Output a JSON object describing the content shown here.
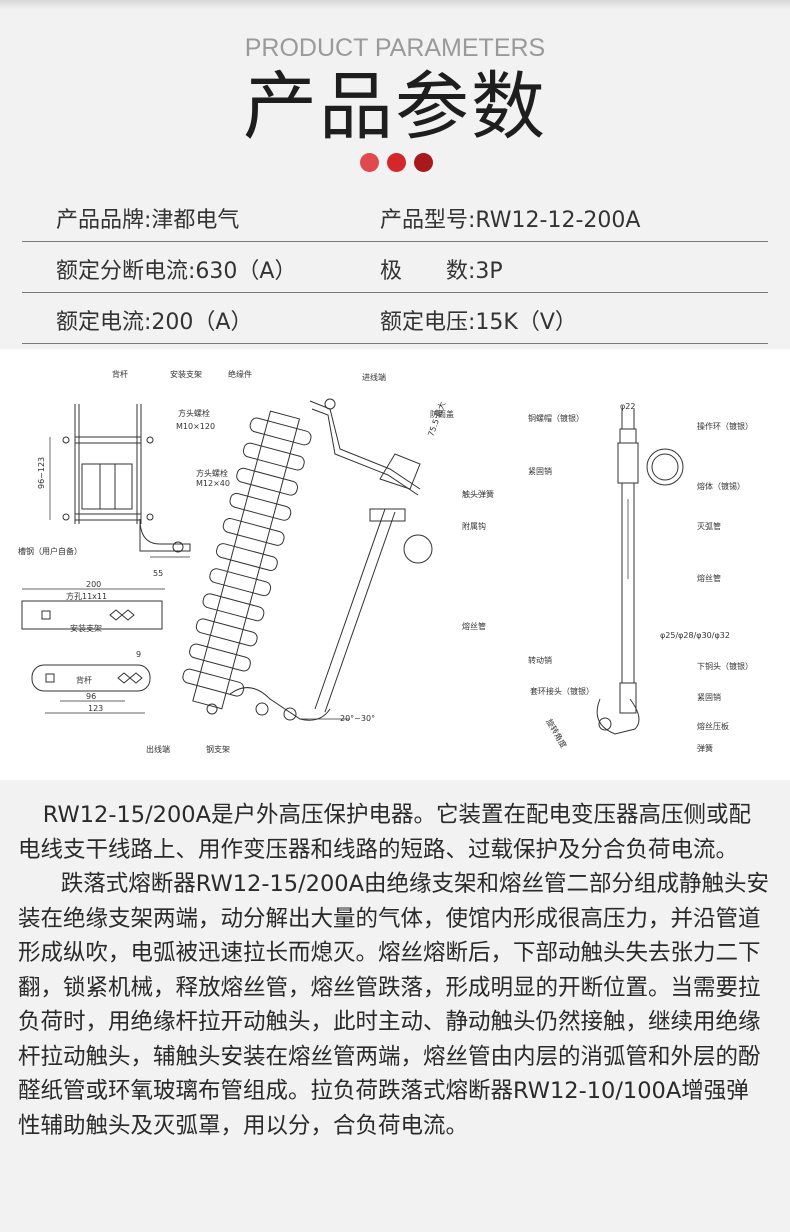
{
  "header": {
    "subtitle": "PRODUCT PARAMETERS",
    "title": "产品参数",
    "dot_colors": [
      "#e0494d",
      "#d4262b",
      "#a8191d"
    ]
  },
  "params": [
    {
      "left": "产品品牌:津都电气",
      "right": "产品型号:RW12-12-200A"
    },
    {
      "left": "额定分断电流:630（A）",
      "right": "极　　数:3P"
    },
    {
      "left": "额定电流:200（A）",
      "right": "额定电压:15K（V）"
    }
  ],
  "diagram": {
    "labels": {
      "rod": "背杆",
      "bracket": "安装支架",
      "insulator": "绝缘件",
      "inlet": "进线端",
      "bolt1": "方头螺栓",
      "bolt1_size": "M10×120",
      "bolt2": "方头螺栓",
      "bolt2_size": "M12×40",
      "rain_cover": "防雨盖",
      "contact_spring": "触头弹簧",
      "hook": "附属钩",
      "fuse_tube_left": "熔丝管",
      "channel": "槽钢（用户自备）",
      "outlet": "出线端",
      "bracket_bottom": "钢支架",
      "dim_96_123": "96~123",
      "dim_55": "55",
      "dim_200": "200",
      "dim_hole": "方孔11x11",
      "mount_bracket2": "安装支架",
      "dim_9": "9",
      "rod2": "背杆",
      "dim_96": "96",
      "dim_123": "123",
      "angle": "20°~30°",
      "dim_side": "75.5 最大",
      "cap": "铜螺帽（镀银）",
      "dim_22": "φ22",
      "ring": "操作环（镀银）",
      "pin": "紧固销",
      "body": "熔体（镀锡）",
      "arc_tube": "灭弧管",
      "fuse_tube_right": "熔丝管",
      "diameters": "φ25/φ28/φ30/φ32",
      "rotating_pin": "转动销",
      "lower_contact": "下铜头（镀银）",
      "hook_head": "套环接头（镀银）",
      "pin2": "紧固销",
      "press_plate": "熔丝压板",
      "spring": "弹簧",
      "angle2": "旋转角度"
    }
  },
  "description": [
    "RW12-15/200A是户外高压保护电器。它装置在配电变压器高压侧或配电线支干线路上、用作变压器和线路的短路、过载保护及分合负荷电流。",
    "跌落式熔断器RW12-15/200A由绝缘支架和熔丝管二部分组成静触头安装在绝缘支架两端，动分解出大量的气体，使馆内形成很高压力，并沿管道形成纵吹，电弧被迅速拉长而熄灭。熔丝熔断后，下部动触头失去张力二下翻，锁紧机械，释放熔丝管，熔丝管跌落，形成明显的开断位置。当需要拉负荷时，用绝缘杆拉开动触头，此时主动、静动触头仍然接触，继续用绝缘杆拉动触头，辅触头安装在熔丝管两端，熔丝管由内层的消弧管和外层的酚醛纸管或环氧玻璃布管组成。拉负荷跌落式熔断器RW12-10/100A增强弹性辅助触头及灭弧罩，用以分，合负荷电流。"
  ]
}
